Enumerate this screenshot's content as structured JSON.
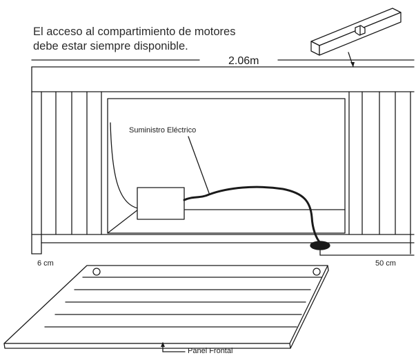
{
  "notes": {
    "line1": "El acceso al compartimiento de motores",
    "line2": "debe estar siempre disponible."
  },
  "dimensions": {
    "width": "2.06m",
    "left_gap": "6 cm",
    "right_gap": "50 cm"
  },
  "labels": {
    "power_supply": "Suministro Eléctrico",
    "front_panel": "Panel Frontal"
  },
  "colors": {
    "line": "#1a1a1a",
    "text": "#2b2b2b",
    "background": "#ffffff"
  }
}
